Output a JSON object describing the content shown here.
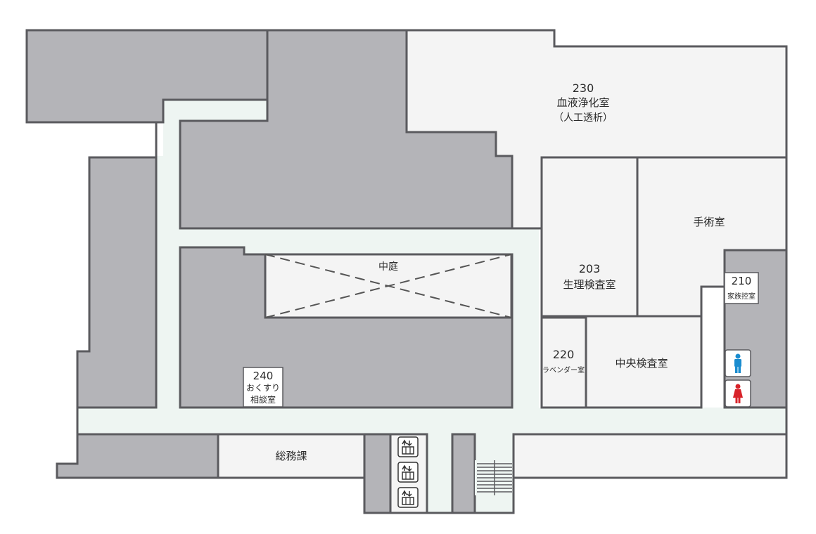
{
  "rooms": {
    "dialysis": {
      "number": "230",
      "name": "血液浄化室",
      "sub": "（人工透析）"
    },
    "surgery": {
      "name": "手術室"
    },
    "physiology": {
      "number": "203",
      "name": "生理検査室"
    },
    "family": {
      "number": "210",
      "name": "家族控室"
    },
    "lavender": {
      "number": "220",
      "name": "ラベンダー室"
    },
    "central_lab": {
      "name": "中央検査室"
    },
    "courtyard": {
      "name": "中庭"
    },
    "counseling": {
      "number": "240",
      "name_line1": "おくすり",
      "name_line2": "相談室"
    },
    "general_affairs": {
      "name": "総務課"
    }
  },
  "icons": {
    "restroom_men": "man-icon",
    "restroom_women": "woman-icon",
    "elevator": "elevator-icon",
    "stairs": "stairs-icon"
  },
  "colors": {
    "wall": "#b4b4b8",
    "room": "#f4f4f4",
    "corridor": "#eef5f2",
    "men": "#1a8ccf",
    "women": "#d8232a"
  }
}
